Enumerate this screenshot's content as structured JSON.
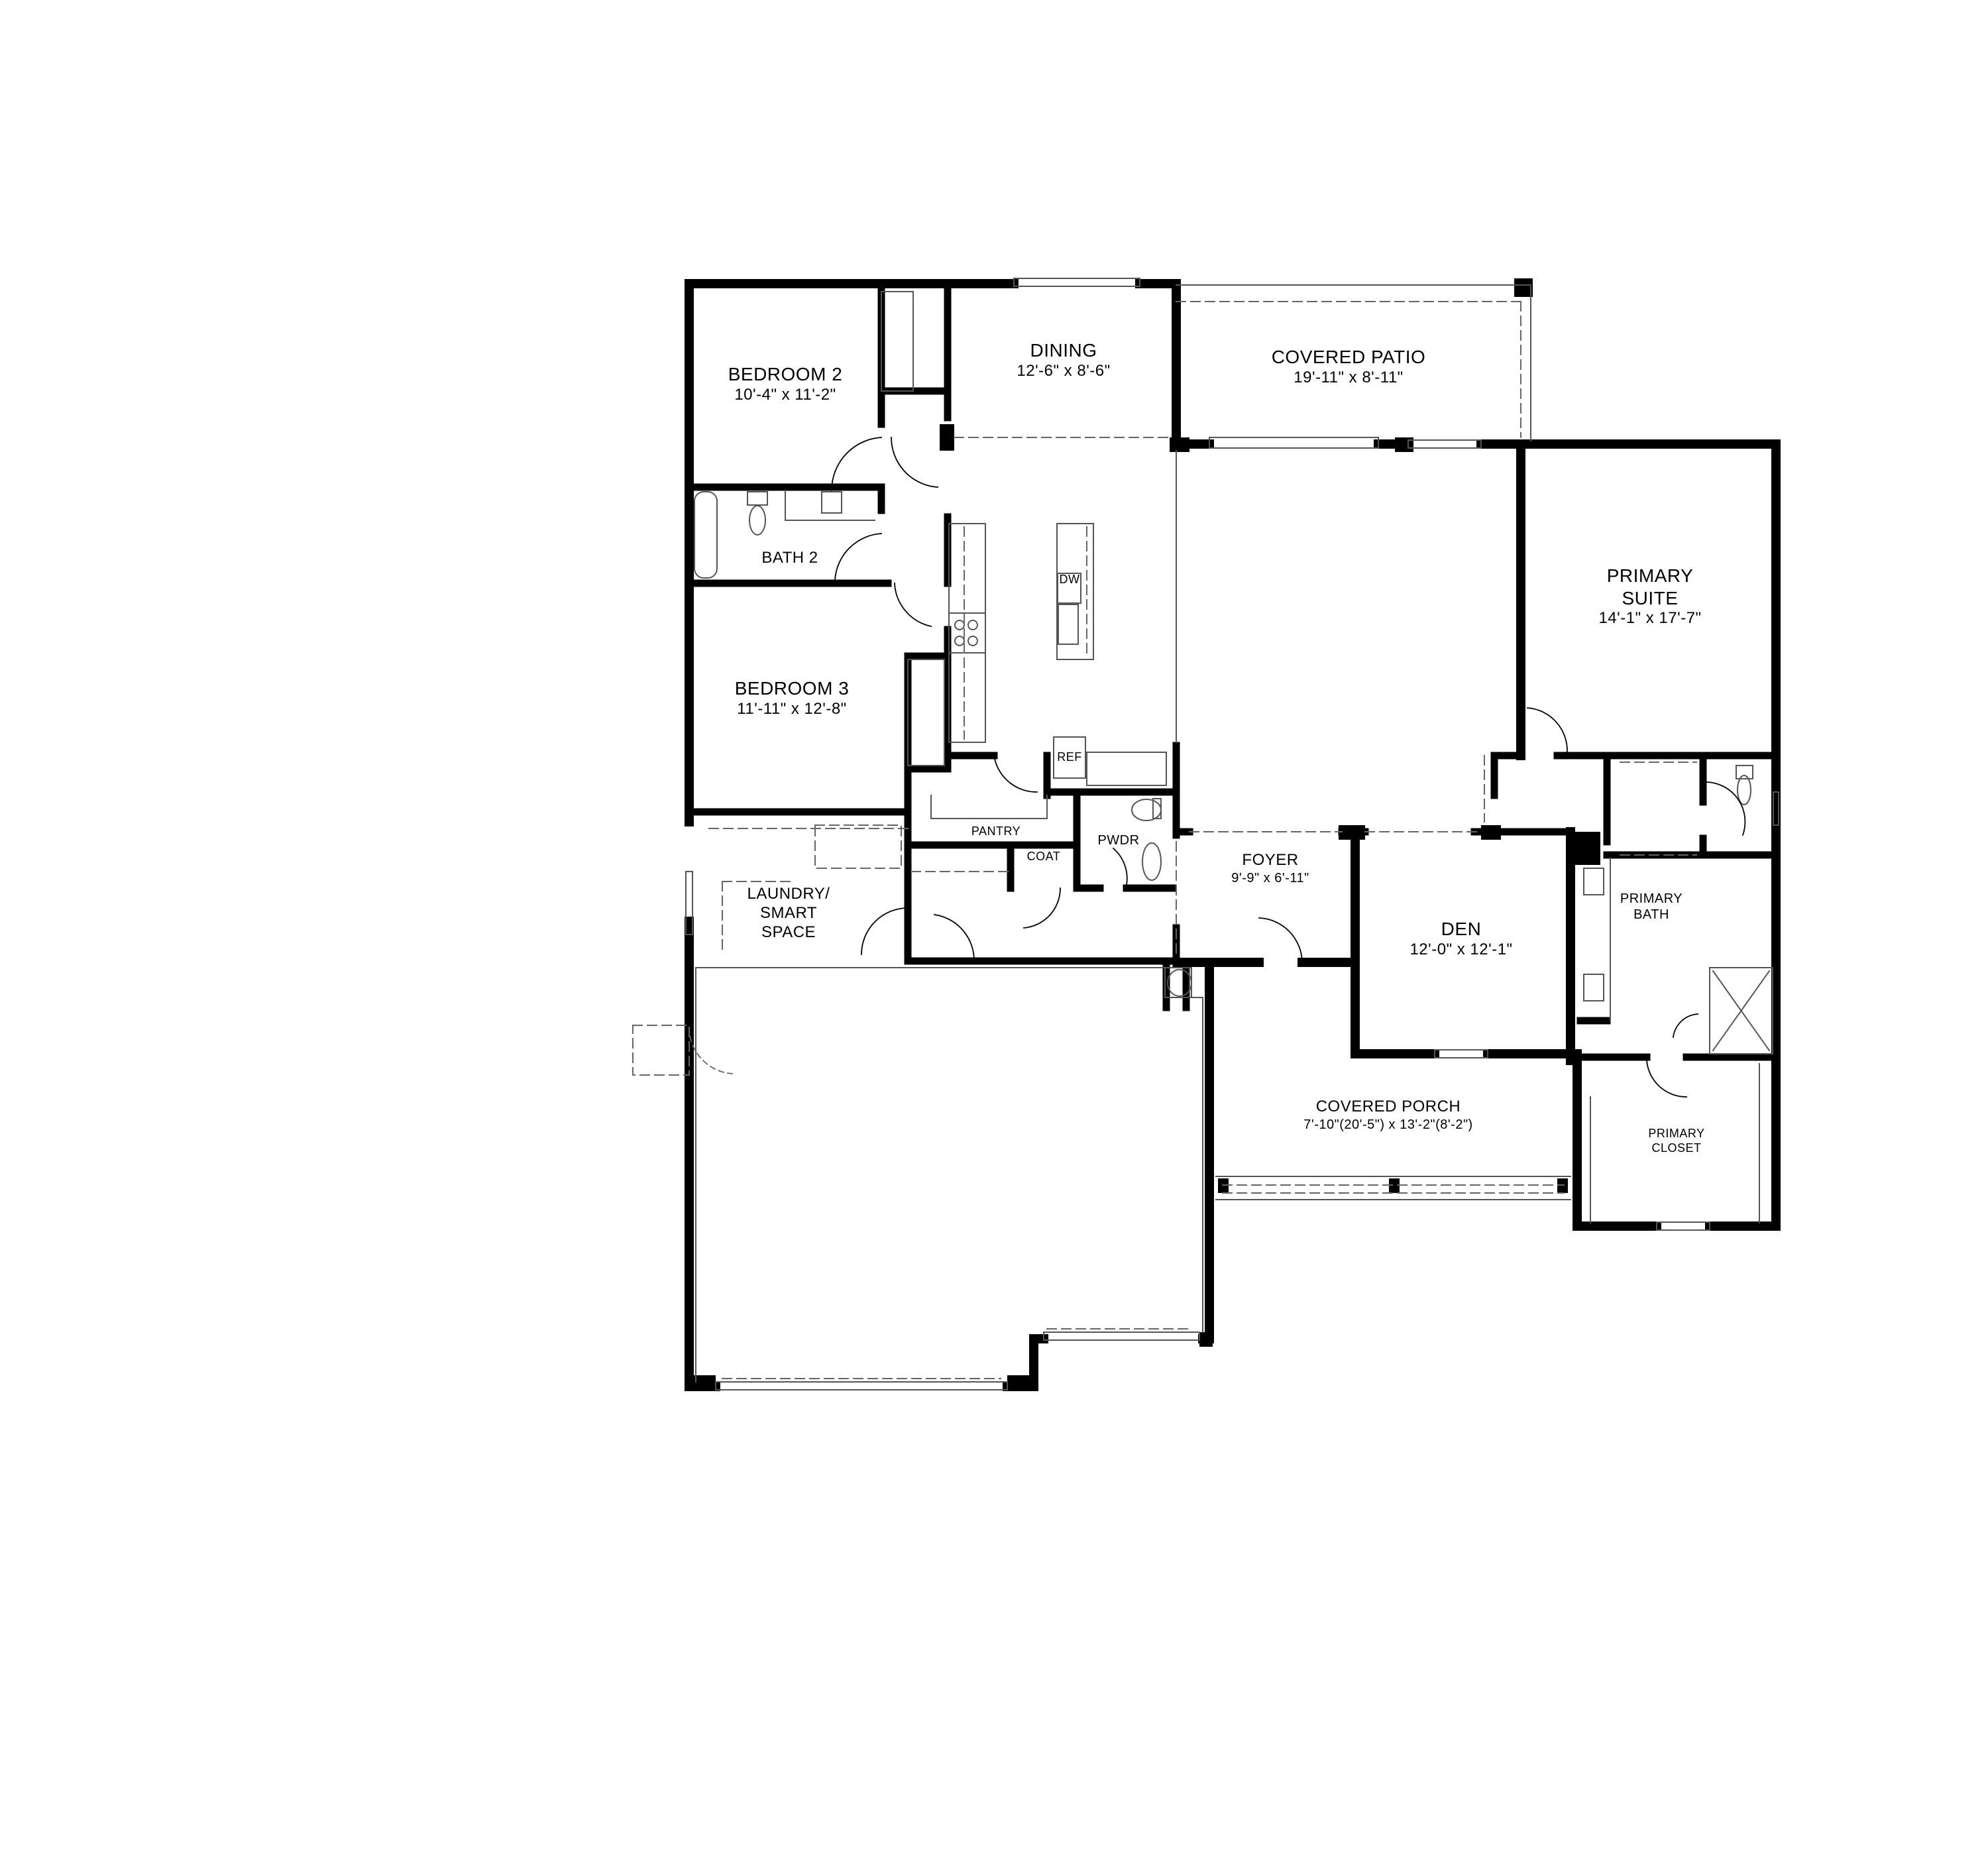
{
  "rooms": {
    "bedroom2": {
      "name": "BEDROOM 2",
      "dims": "10'-4\" x 11'-2\""
    },
    "dining": {
      "name": "DINING",
      "dims": "12'-6\" x 8'-6\""
    },
    "covered_patio": {
      "name": "COVERED PATIO",
      "dims": "19'-11\" x 8'-11\""
    },
    "primary_suite": {
      "name_line1": "PRIMARY",
      "name_line2": "SUITE",
      "dims": "14'-1\" x 17'-7\""
    },
    "bath2": {
      "name": "BATH 2"
    },
    "bedroom3": {
      "name": "BEDROOM 3",
      "dims": "11'-11\" x 12'-8\""
    },
    "pantry": {
      "name": "PANTRY"
    },
    "pwdr": {
      "name": "PWDR"
    },
    "coat": {
      "name": "COAT"
    },
    "laundry": {
      "name_line1": "LAUNDRY/",
      "name_line2": "SMART",
      "name_line3": "SPACE"
    },
    "foyer": {
      "name": "FOYER",
      "dims": "9'-9\" x 6'-11\""
    },
    "den": {
      "name": "DEN",
      "dims": "12'-0\" x 12'-1\""
    },
    "primary_bath": {
      "name_line1": "PRIMARY",
      "name_line2": "BATH"
    },
    "covered_porch": {
      "name": "COVERED PORCH",
      "dims": "7'-10\"(20'-5\") x 13'-2\"(8'-2\")"
    },
    "primary_closet": {
      "name_line1": "PRIMARY",
      "name_line2": "CLOSET"
    }
  },
  "fixtures": {
    "dishwasher": "DW",
    "refrigerator": "REF"
  },
  "colors": {
    "wall": "#000000",
    "thin_line": "#555555",
    "dashed": "#666666",
    "background": "#ffffff"
  }
}
